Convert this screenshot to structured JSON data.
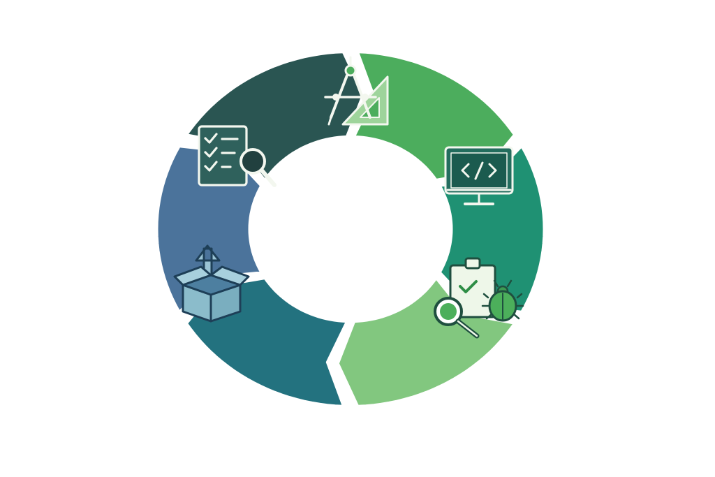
{
  "diagram": {
    "type": "cycle",
    "stages": [
      {
        "id": "requirements",
        "icon": "checklist-magnifier-icon",
        "color": "#2a5552"
      },
      {
        "id": "design",
        "icon": "compass-ruler-icon",
        "color": "#4cad5d"
      },
      {
        "id": "development",
        "icon": "code-monitor-icon",
        "color": "#1f9173"
      },
      {
        "id": "testing",
        "icon": "clipboard-bug-magnifier-icon",
        "color": "#82c77f"
      },
      {
        "id": "deployment",
        "icon": "",
        "color": "#23727f"
      },
      {
        "id": "release",
        "icon": "box-upload-icon",
        "color": "#4b739b"
      }
    ]
  }
}
